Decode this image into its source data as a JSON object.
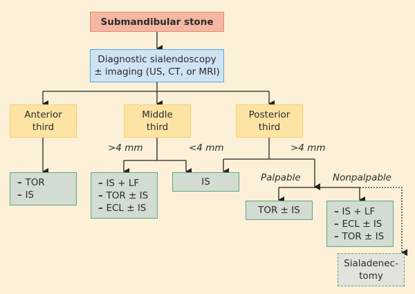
{
  "colors": {
    "background": "#fdf0d9",
    "start_fill": "#f4b7a3",
    "diagnostic_fill": "#cfe3f3",
    "location_fill": "#fde4a5",
    "treatment_fill": "#d2dcd3",
    "treatment_border": "#5fa478"
  },
  "nodes": {
    "start": "Submandibular stone",
    "diagnostic_line1": "Diagnostic sialendoscopy",
    "diagnostic_line2": "± imaging (US, CT, or MRI)",
    "anterior_line1": "Anterior",
    "anterior_line2": "third",
    "middle_line1": "Middle",
    "middle_line2": "third",
    "posterior_line1": "Posterior",
    "posterior_line2": "third",
    "anterior_treatment": [
      "TOR",
      "IS"
    ],
    "middle_large_treatment": [
      "IS + LF",
      "TOR ± IS",
      "ECL ± IS"
    ],
    "small_treatment": "IS",
    "palpable_treatment": "TOR ± IS",
    "nonpalpable_treatment": [
      "IS + LF",
      "ECL ± IS",
      "TOR ± IS"
    ],
    "sialadenectomy_line1": "Sialadenec-",
    "sialadenectomy_line2": "tomy"
  },
  "edge_labels": {
    "middle_gt": ">4 mm",
    "small_lt": "<4 mm",
    "posterior_gt": ">4 mm",
    "palpable": "Palpable",
    "nonpalpable": "Nonpalpable"
  }
}
